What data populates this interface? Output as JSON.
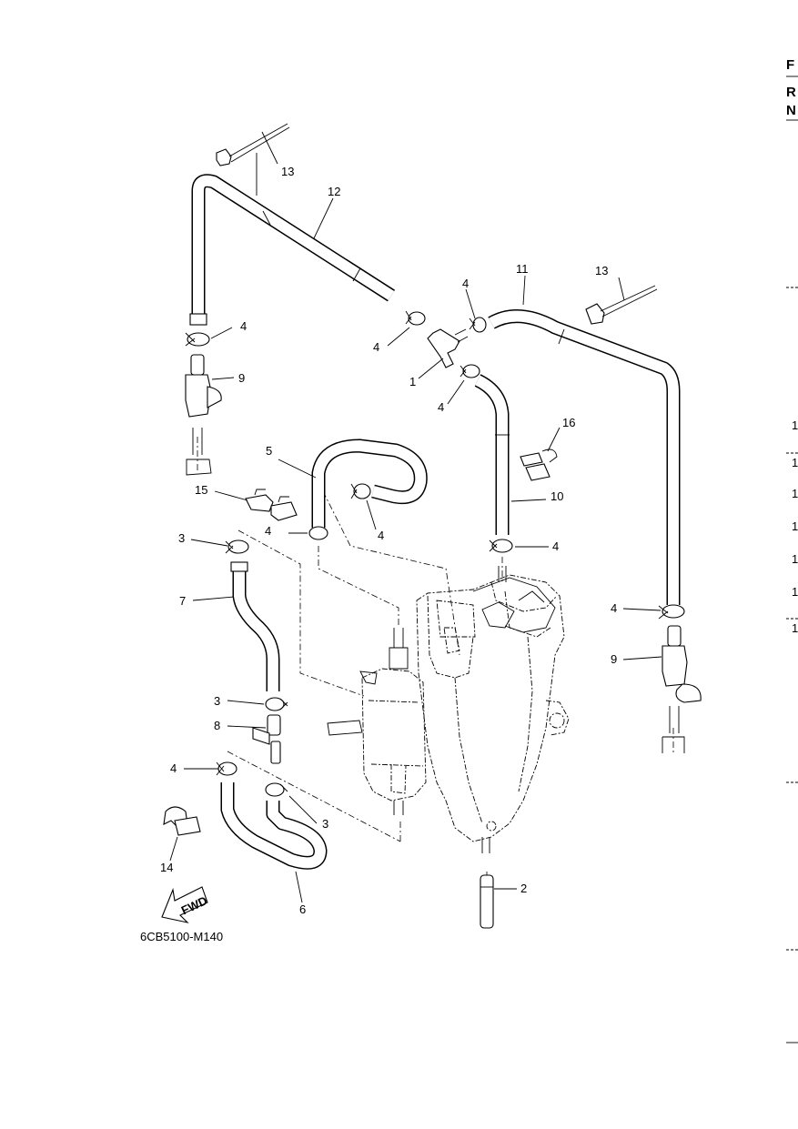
{
  "diagram_code": "6CB5100-M140",
  "fwd_label": "FWD",
  "callouts": {
    "c1": "1",
    "c2": "2",
    "c3a": "3",
    "c3b": "3",
    "c3c": "3",
    "c4a": "4",
    "c4b": "4",
    "c4c": "4",
    "c4d": "4",
    "c4e": "4",
    "c4f": "4",
    "c4g": "4",
    "c4h": "4",
    "c4i": "4",
    "c5": "5",
    "c6": "6",
    "c7": "7",
    "c8": "8",
    "c9a": "9",
    "c9b": "9",
    "c10": "10",
    "c11": "11",
    "c12": "12",
    "c13a": "13",
    "c13b": "13",
    "c14": "14",
    "c15": "15",
    "c16": "16"
  },
  "right_edge": {
    "top_letters": [
      "F",
      "R",
      "N"
    ],
    "row_marks": [
      "1",
      "1",
      "1",
      "1",
      "1",
      "1",
      "1"
    ]
  }
}
